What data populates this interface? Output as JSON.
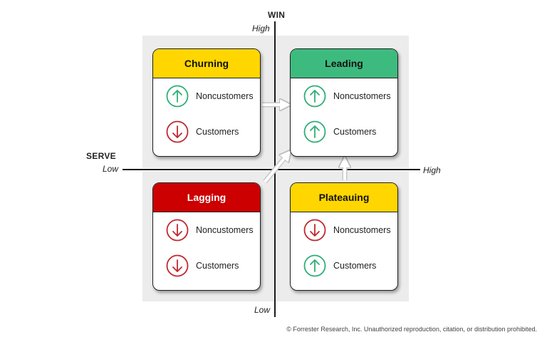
{
  "axes": {
    "vertical_title": "WIN",
    "horizontal_title": "SERVE",
    "v_high": "High",
    "v_low": "Low",
    "h_low": "Low",
    "h_high": "High"
  },
  "quadrants": {
    "churning": {
      "title": "Churning",
      "color": "#FFD600",
      "text_color": "#111111",
      "noncustomers": {
        "label": "Noncustomers",
        "trend": "up"
      },
      "customers": {
        "label": "Customers",
        "trend": "down"
      }
    },
    "leading": {
      "title": "Leading",
      "color": "#3DBB7F",
      "text_color": "#111111",
      "noncustomers": {
        "label": "Noncustomers",
        "trend": "up"
      },
      "customers": {
        "label": "Customers",
        "trend": "up"
      }
    },
    "lagging": {
      "title": "Lagging",
      "color": "#CC0000",
      "text_color": "#ffffff",
      "noncustomers": {
        "label": "Noncustomers",
        "trend": "down"
      },
      "customers": {
        "label": "Customers",
        "trend": "down"
      }
    },
    "plateauing": {
      "title": "Plateauing",
      "color": "#FFD600",
      "text_color": "#111111",
      "noncustomers": {
        "label": "Noncustomers",
        "trend": "down"
      },
      "customers": {
        "label": "Customers",
        "trend": "up"
      }
    }
  },
  "colors": {
    "up": "#2FAE75",
    "down": "#C0272D"
  },
  "footer": "© Forrester Research, Inc. Unauthorized reproduction, citation, or distribution prohibited."
}
